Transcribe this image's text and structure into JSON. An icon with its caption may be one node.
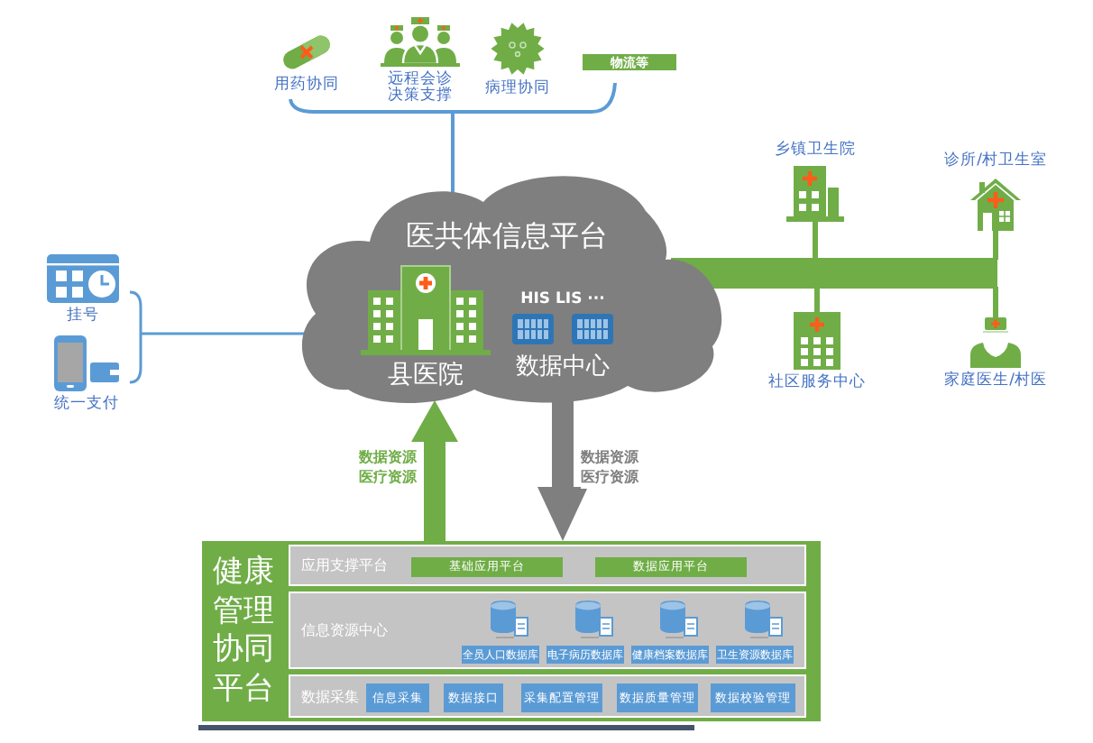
{
  "diagram": {
    "nodes": [
      {
        "text": [
          "医共体信息平台"
        ]
      },
      {
        "text": [
          "县医院"
        ],
        "in": 0
      },
      {
        "text": [
          "HIS LIS ···",
          "数据中心"
        ],
        "in": 0
      },
      {
        "text": [
          "用药协同"
        ]
      },
      {
        "text": [
          "远程会诊决策支撑"
        ]
      },
      {
        "text": [
          "病理协同"
        ]
      },
      {
        "text": [
          "物流等"
        ]
      },
      {
        "text": [
          "挂号"
        ]
      },
      {
        "text": [
          "统一支付"
        ]
      },
      {
        "text": [
          "乡镇卫生院"
        ]
      },
      {
        "text": [
          "诊所/村卫生室"
        ]
      },
      {
        "text": [
          "社区服务中心"
        ]
      },
      {
        "text": [
          "家庭医生/村医"
        ]
      },
      {
        "text": [
          "健康管理协同平台"
        ]
      },
      {
        "text": [
          "应用支撑平台"
        ],
        "in": 13
      },
      {
        "text": [
          "基础应用平台"
        ],
        "in": 14
      },
      {
        "text": [
          "数据应用平台"
        ],
        "in": 14
      },
      {
        "text": [
          "信息资源中心"
        ],
        "in": 13
      },
      {
        "text": [
          "全员人口数据库"
        ],
        "in": 17
      },
      {
        "text": [
          "电子病历数据库"
        ],
        "in": 17
      },
      {
        "text": [
          "健康档案数据库"
        ],
        "in": 17
      },
      {
        "text": [
          "卫生资源数据库"
        ],
        "in": 17
      },
      {
        "text": [
          "数据采集"
        ],
        "in": 13
      },
      {
        "text": [
          "信息采集"
        ],
        "in": 22
      },
      {
        "text": [
          "数据接口"
        ],
        "in": 22
      },
      {
        "text": [
          "采集配置管理"
        ],
        "in": 22
      },
      {
        "text": [
          "数据质量管理"
        ],
        "in": 22
      },
      {
        "text": [
          "数据校验管理"
        ],
        "in": 22
      }
    ],
    "edges": [
      {
        "from": 0,
        "to": 3,
        "arrow": "none"
      },
      {
        "from": 0,
        "to": 4,
        "arrow": "none"
      },
      {
        "from": 0,
        "to": 5,
        "arrow": "none"
      },
      {
        "from": 0,
        "to": 6,
        "arrow": "none"
      },
      {
        "from": 0,
        "to": 7,
        "arrow": "none"
      },
      {
        "from": 0,
        "to": 8,
        "arrow": "none"
      },
      {
        "from": 0,
        "to": 9,
        "arrow": "none",
        "style": "thick",
        "color": "#70ad47"
      },
      {
        "from": 0,
        "to": 10,
        "arrow": "none",
        "style": "thick",
        "color": "#70ad47"
      },
      {
        "from": 0,
        "to": 11,
        "arrow": "none",
        "style": "thick",
        "color": "#70ad47"
      },
      {
        "from": 0,
        "to": 12,
        "arrow": "none",
        "style": "thick",
        "color": "#70ad47"
      },
      {
        "from": 13,
        "to": 0,
        "arrow": "to",
        "label": "数据资源医疗资源",
        "style": "thick",
        "color": "#70ad47"
      },
      {
        "from": 0,
        "to": 13,
        "arrow": "to",
        "label": "数据资源医疗资源",
        "style": "thick",
        "color": "#7f7f7f"
      }
    ]
  }
}
